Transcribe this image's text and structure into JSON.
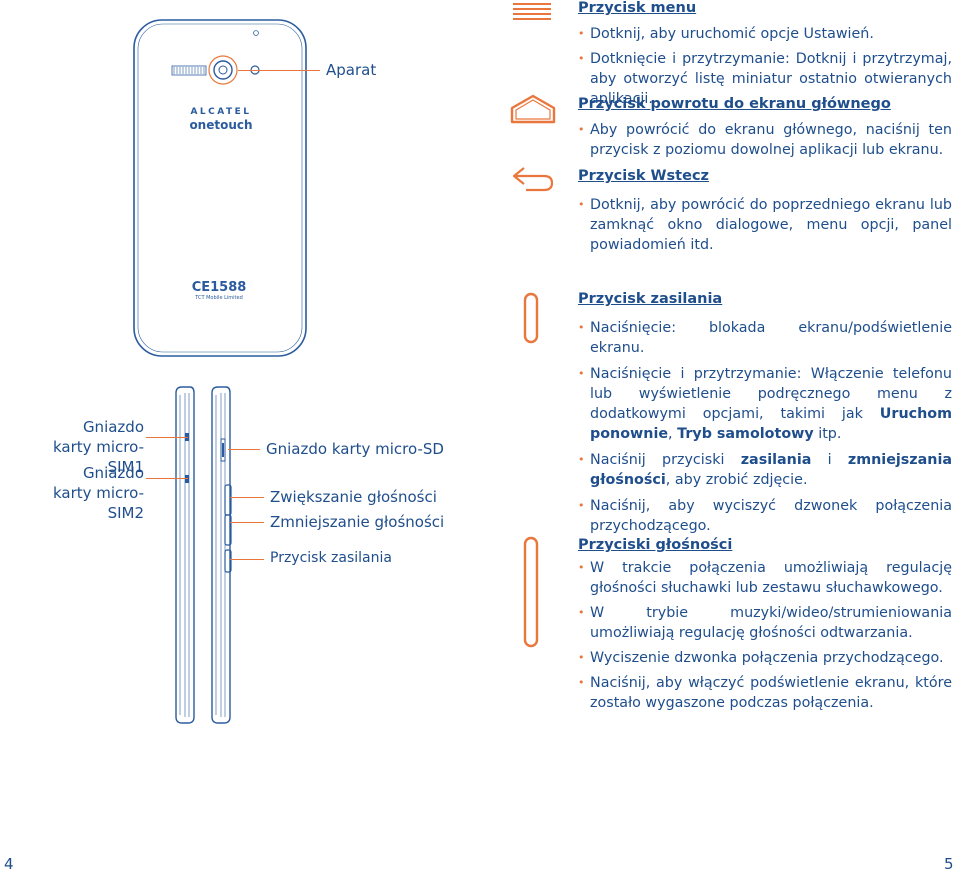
{
  "diagram": {
    "brand_line1": "ALCATEL",
    "brand_line2": "onetouch",
    "ce_mark": "CE1588",
    "maker_line": "TCT Mobile Limited",
    "camera_label": "Aparat",
    "sim1_label": "Gniazdo karty micro-SIM1",
    "sim2_label": "Gniazdo karty micro-SIM2",
    "sd_label": "Gniazdo karty micro-SD",
    "vol_up_label": "Zwiększanie głośności",
    "vol_down_label": "Zmniejszanie głośności",
    "power_label": "Przycisk zasilania"
  },
  "sections": {
    "menu": {
      "title": "Przycisk menu",
      "items": [
        "Dotknij, aby uruchomić opcje Ustawień.",
        "Dotknięcie i przytrzymanie: Dotknij i przytrzymaj, aby otworzyć listę miniatur ostatnio otwieranych aplikacji."
      ]
    },
    "home": {
      "title": "Przycisk powrotu do ekranu głównego",
      "items": [
        "Aby powrócić do ekranu głównego, naciśnij ten przycisk z poziomu dowolnej aplikacji lub ekranu."
      ]
    },
    "back": {
      "title": "Przycisk Wstecz",
      "items": [
        "Dotknij, aby powrócić do poprzedniego ekranu lub zamknąć okno dialogowe, menu opcji, panel powiadomień itd."
      ]
    },
    "power": {
      "title": "Przycisk zasilania",
      "item1": "Naciśnięcie: blokada ekranu/podświetlenie ekranu.",
      "item2_a": "Naciśnięcie i przytrzymanie: Włączenie telefonu lub wyświetlenie podręcznego menu z dodatkowymi opcjami, takimi jak ",
      "item2_b": "Uruchom ponownie",
      "item2_c": ", ",
      "item2_d": "Tryb samolotowy",
      "item2_e": " itp.",
      "item3_a": "Naciśnij przyciski ",
      "item3_b": "zasilania",
      "item3_c": " i ",
      "item3_d": "zmniejszania głośności",
      "item3_e": ", aby zrobić zdjęcie.",
      "item4": "Naciśnij, aby wyciszyć dzwonek połączenia przychodzącego."
    },
    "volume": {
      "title": "Przyciski głośności",
      "items": [
        "W trakcie połączenia umożliwiają regulację głośności słuchawki lub zestawu słuchawkowego.",
        "W trybie muzyki/wideo/strumieniowania umożliwiają regulację głośności odtwarzania.",
        "Wyciszenie dzwonka połączenia przychodzącego.",
        "Naciśnij, aby włączyć podświetlenie ekranu, które zostało wygaszone podczas połączenia."
      ]
    }
  },
  "pages": {
    "left": "4",
    "right": "5"
  },
  "colors": {
    "text": "#1f4e8c",
    "accent": "#e9773d",
    "outline": "#2a5b9e"
  }
}
